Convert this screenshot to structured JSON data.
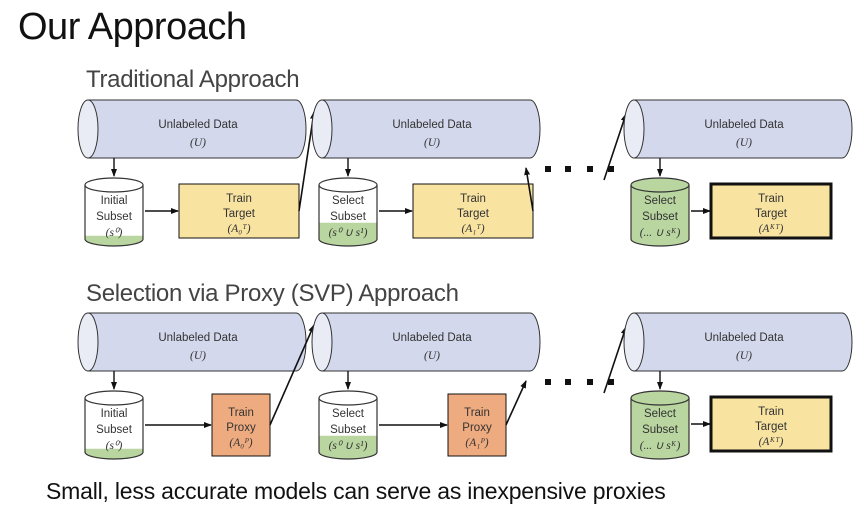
{
  "slide": {
    "title": "Our Approach",
    "footer": "Small, less accurate models can serve as inexpensive proxies"
  },
  "colors": {
    "unlabeled_fill": "#d3d8ec",
    "cap_fill": "#e9ebf5",
    "target_fill": "#f8e3a1",
    "proxy_fill": "#eeab7f",
    "subset_green": "#b9d5a0",
    "stroke": "#333333"
  },
  "traditional": {
    "heading": "Traditional Approach",
    "stages": [
      {
        "data_label": "Unlabeled Data",
        "data_math": "(U)",
        "subset": [
          "Initial",
          "Subset",
          "(s⁰)"
        ],
        "subset_fill": "low",
        "model": [
          "Train",
          "Target",
          "(A₀ᵀ)"
        ],
        "model_type": "target",
        "bold": false
      },
      {
        "data_label": "Unlabeled Data",
        "data_math": "(U)",
        "subset": [
          "Select",
          "Subset",
          "(s⁰ ∪ s¹)"
        ],
        "subset_fill": "mid",
        "model": [
          "Train",
          "Target",
          "(A₁ᵀ)"
        ],
        "model_type": "target",
        "bold": false
      },
      {
        "data_label": "Unlabeled Data",
        "data_math": "(U)",
        "subset": [
          "Select",
          "Subset",
          "(... ∪ sᴷ)"
        ],
        "subset_fill": "full",
        "model": [
          "Train",
          "Target",
          "(Aᴷᵀ)"
        ],
        "model_type": "target",
        "bold": true
      }
    ]
  },
  "svp": {
    "heading": "Selection via Proxy (SVP) Approach",
    "stages": [
      {
        "data_label": "Unlabeled Data",
        "data_math": "(U)",
        "subset": [
          "Initial",
          "Subset",
          "(s⁰)"
        ],
        "subset_fill": "low",
        "model": [
          "Train",
          "Proxy",
          "(A₀ᴾ)"
        ],
        "model_type": "proxy",
        "bold": false
      },
      {
        "data_label": "Unlabeled Data",
        "data_math": "(U)",
        "subset": [
          "Select",
          "Subset",
          "(s⁰ ∪ s¹)"
        ],
        "subset_fill": "mid",
        "model": [
          "Train",
          "Proxy",
          "(A₁ᴾ)"
        ],
        "model_type": "proxy",
        "bold": false
      },
      {
        "data_label": "Unlabeled Data",
        "data_math": "(U)",
        "subset": [
          "Select",
          "Subset",
          "(... ∪ sᴷ)"
        ],
        "subset_fill": "full",
        "model": [
          "Train",
          "Target",
          "(Aᴷᵀ)"
        ],
        "model_type": "target",
        "bold": true
      }
    ]
  }
}
